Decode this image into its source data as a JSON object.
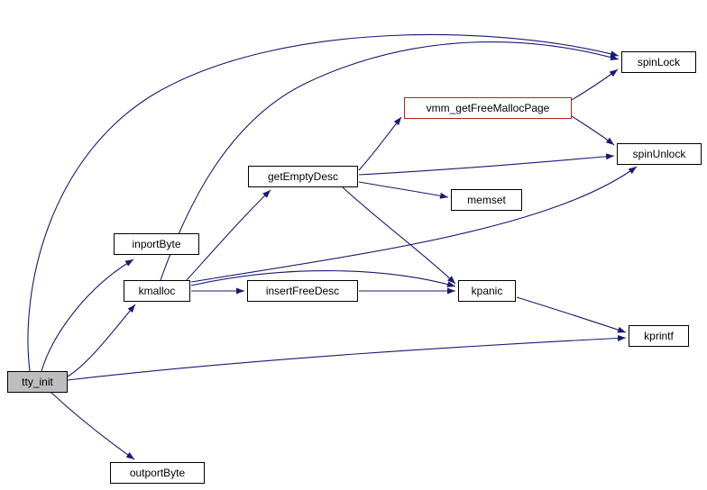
{
  "diagram": {
    "type": "call-graph",
    "background_color": "#ffffff",
    "edge_color": "#191970",
    "node_border_color": "#000000",
    "highlight_node_fill": "#bdbdbd",
    "truncated_node_border_color": "#b22222",
    "nodes": [
      {
        "id": "spinLock",
        "label": "spinLock",
        "style": "normal"
      },
      {
        "id": "vmm_getFreeMallocPage",
        "label": "vmm_getFreeMallocPage",
        "style": "truncated"
      },
      {
        "id": "spinUnlock",
        "label": "spinUnlock",
        "style": "normal"
      },
      {
        "id": "getEmptyDesc",
        "label": "getEmptyDesc",
        "style": "normal"
      },
      {
        "id": "memset",
        "label": "memset",
        "style": "normal"
      },
      {
        "id": "inportByte",
        "label": "inportByte",
        "style": "normal"
      },
      {
        "id": "kmalloc",
        "label": "kmalloc",
        "style": "normal"
      },
      {
        "id": "insertFreeDesc",
        "label": "insertFreeDesc",
        "style": "normal"
      },
      {
        "id": "kpanic",
        "label": "kpanic",
        "style": "normal"
      },
      {
        "id": "kprintf",
        "label": "kprintf",
        "style": "normal"
      },
      {
        "id": "tty_init",
        "label": "tty_init",
        "style": "highlight"
      },
      {
        "id": "outportByte",
        "label": "outportByte",
        "style": "normal"
      }
    ],
    "edges": [
      {
        "from": "tty_init",
        "to": "inportByte"
      },
      {
        "from": "tty_init",
        "to": "kmalloc"
      },
      {
        "from": "tty_init",
        "to": "kprintf"
      },
      {
        "from": "tty_init",
        "to": "outportByte"
      },
      {
        "from": "tty_init",
        "to": "spinLock"
      },
      {
        "from": "kmalloc",
        "to": "spinLock"
      },
      {
        "from": "kmalloc",
        "to": "getEmptyDesc"
      },
      {
        "from": "kmalloc",
        "to": "insertFreeDesc"
      },
      {
        "from": "kmalloc",
        "to": "kpanic"
      },
      {
        "from": "kmalloc",
        "to": "spinUnlock"
      },
      {
        "from": "getEmptyDesc",
        "to": "vmm_getFreeMallocPage"
      },
      {
        "from": "getEmptyDesc",
        "to": "memset"
      },
      {
        "from": "getEmptyDesc",
        "to": "spinUnlock"
      },
      {
        "from": "getEmptyDesc",
        "to": "kpanic"
      },
      {
        "from": "vmm_getFreeMallocPage",
        "to": "spinLock"
      },
      {
        "from": "vmm_getFreeMallocPage",
        "to": "spinUnlock"
      },
      {
        "from": "insertFreeDesc",
        "to": "kpanic"
      },
      {
        "from": "kpanic",
        "to": "kprintf"
      }
    ]
  }
}
